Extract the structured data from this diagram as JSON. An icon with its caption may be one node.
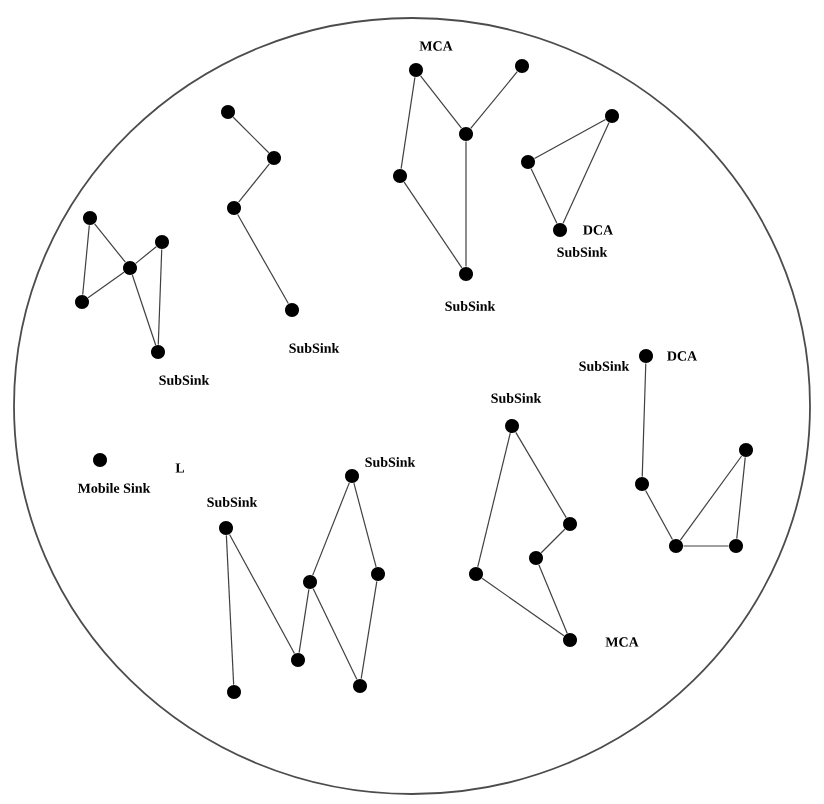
{
  "diagram": {
    "nodes": [
      {
        "text": [],
        "shape": "circle"
      },
      {
        "text": [],
        "shape": "circle",
        "beside": [
          "MCA"
        ]
      },
      {
        "text": [],
        "shape": "circle"
      },
      {
        "text": [],
        "shape": "circle"
      },
      {
        "text": [],
        "shape": "circle"
      },
      {
        "text": [],
        "shape": "circle"
      },
      {
        "text": [],
        "shape": "circle"
      },
      {
        "text": [],
        "shape": "circle"
      },
      {
        "text": [],
        "shape": "circle"
      },
      {
        "text": [],
        "shape": "circle"
      },
      {
        "text": [],
        "shape": "circle",
        "beside": [
          "DCA",
          "SubSink"
        ]
      },
      {
        "text": [],
        "shape": "circle"
      },
      {
        "text": [],
        "shape": "circle"
      },
      {
        "text": [],
        "shape": "circle",
        "beside": [
          "SubSink"
        ]
      },
      {
        "text": [],
        "shape": "circle"
      },
      {
        "text": [],
        "shape": "circle",
        "beside": [
          "SubSink"
        ]
      },
      {
        "text": [],
        "shape": "circle",
        "beside": [
          "SubSink"
        ]
      },
      {
        "text": [],
        "shape": "circle",
        "beside": [
          "SubSink",
          "DCA"
        ]
      },
      {
        "text": [],
        "shape": "circle",
        "beside": [
          "SubSink"
        ]
      },
      {
        "text": [],
        "shape": "circle"
      },
      {
        "text": [],
        "shape": "circle",
        "beside": [
          "Mobile Sink"
        ]
      },
      {
        "text": [],
        "shape": "circle",
        "beside": [
          "SubSink"
        ]
      },
      {
        "text": [],
        "shape": "circle"
      },
      {
        "text": [],
        "shape": "circle"
      },
      {
        "text": [],
        "shape": "circle",
        "beside": [
          "SubSink"
        ]
      },
      {
        "text": [],
        "shape": "circle"
      },
      {
        "text": [],
        "shape": "circle"
      },
      {
        "text": [],
        "shape": "circle"
      },
      {
        "text": [],
        "shape": "circle"
      },
      {
        "text": [],
        "shape": "circle"
      },
      {
        "text": [],
        "shape": "circle"
      },
      {
        "text": [],
        "shape": "circle",
        "beside": [
          "MCA"
        ]
      },
      {
        "text": [],
        "shape": "circle"
      },
      {
        "text": [],
        "shape": "circle"
      },
      {
        "text": [],
        "shape": "circle"
      }
    ],
    "edges": [
      {
        "from": 1,
        "to": 4,
        "arrow": "none"
      },
      {
        "from": 0,
        "to": 4,
        "arrow": "none"
      },
      {
        "from": 4,
        "to": 13,
        "arrow": "none"
      },
      {
        "from": 1,
        "to": 7,
        "arrow": "none"
      },
      {
        "from": 7,
        "to": 13,
        "arrow": "none"
      },
      {
        "from": 2,
        "to": 5,
        "arrow": "none"
      },
      {
        "from": 5,
        "to": 8,
        "arrow": "none"
      },
      {
        "from": 8,
        "to": 15,
        "arrow": "none"
      },
      {
        "from": 6,
        "to": 3,
        "arrow": "none"
      },
      {
        "from": 3,
        "to": 10,
        "arrow": "none"
      },
      {
        "from": 6,
        "to": 10,
        "arrow": "none"
      },
      {
        "from": 9,
        "to": 14,
        "arrow": "none"
      },
      {
        "from": 9,
        "to": 12,
        "arrow": "none"
      },
      {
        "from": 12,
        "to": 16,
        "arrow": "none"
      },
      {
        "from": 14,
        "to": 12,
        "arrow": "none"
      },
      {
        "from": 12,
        "to": 11,
        "arrow": "none"
      },
      {
        "from": 11,
        "to": 16,
        "arrow": "none"
      },
      {
        "from": 17,
        "to": 22,
        "arrow": "none"
      },
      {
        "from": 22,
        "to": 25,
        "arrow": "none"
      },
      {
        "from": 25,
        "to": 26,
        "arrow": "none"
      },
      {
        "from": 26,
        "to": 19,
        "arrow": "none"
      },
      {
        "from": 19,
        "to": 25,
        "arrow": "none"
      },
      {
        "from": 18,
        "to": 23,
        "arrow": "none"
      },
      {
        "from": 23,
        "to": 27,
        "arrow": "none"
      },
      {
        "from": 27,
        "to": 31,
        "arrow": "none"
      },
      {
        "from": 18,
        "to": 29,
        "arrow": "none"
      },
      {
        "from": 29,
        "to": 31,
        "arrow": "none"
      },
      {
        "from": 24,
        "to": 34,
        "arrow": "none"
      },
      {
        "from": 24,
        "to": 32,
        "arrow": "none"
      },
      {
        "from": 32,
        "to": 30,
        "arrow": "none"
      },
      {
        "from": 30,
        "to": 21,
        "arrow": "none"
      },
      {
        "from": 21,
        "to": 28,
        "arrow": "none"
      },
      {
        "from": 28,
        "to": 33,
        "arrow": "none"
      },
      {
        "from": 30,
        "to": 33,
        "arrow": "none"
      }
    ],
    "labels": [
      "L"
    ]
  }
}
